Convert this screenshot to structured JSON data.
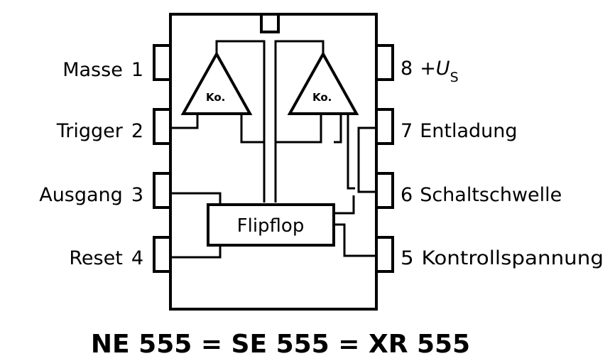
{
  "pins_left": [
    {
      "number": "1",
      "name": "Masse"
    },
    {
      "number": "2",
      "name": "Trigger"
    },
    {
      "number": "3",
      "name": "Ausgang"
    },
    {
      "number": "4",
      "name": "Reset"
    }
  ],
  "pins_right": [
    {
      "number": "8",
      "name": "+U",
      "subscript": "S"
    },
    {
      "number": "7",
      "name": "Entladung"
    },
    {
      "number": "6",
      "name": "Schaltschwelle"
    },
    {
      "number": "5",
      "name": "Kontrollspannung"
    }
  ],
  "comparator_label": "Ko.",
  "flipflop_label": "Flipflop",
  "footer": "NE 555 = SE 555 = XR 555"
}
